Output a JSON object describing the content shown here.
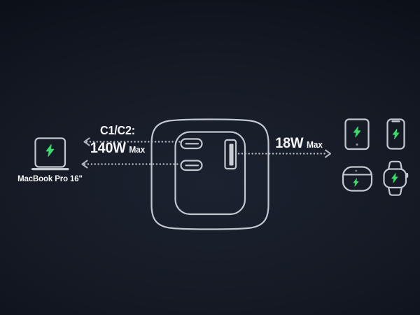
{
  "colors": {
    "background_center": "#1c2230",
    "background_edge": "#04060a",
    "outline": "#c2c8cf",
    "dotted_line": "#b0b7be",
    "text": "#f4f6f8",
    "accent_green": "#3cd96d",
    "detail_gray": "#7f868d",
    "usba_pin_fill": "#c9ced4"
  },
  "macbook": {
    "label": "MacBook Pro 16\""
  },
  "usbc_output": {
    "ports_label": "C1/C2:",
    "power": "140W",
    "max_label": "Max"
  },
  "usba_output": {
    "power": "18W",
    "max_label": "Max"
  },
  "icons": {
    "left_device": "macbook-laptop-icon",
    "center": "wall-charger-icon",
    "charger_ports": [
      "usb-c-port-1",
      "usb-c-port-2",
      "usb-a-port"
    ],
    "right_devices": [
      "tablet-icon",
      "smartphone-icon",
      "earbuds-case-icon",
      "smartwatch-icon"
    ],
    "charging_symbol": "charging-bolt-icon"
  }
}
